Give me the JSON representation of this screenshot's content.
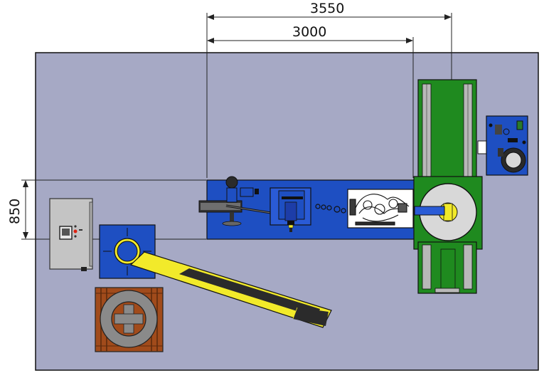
{
  "dimensions": {
    "overall_length": "3550",
    "machine_length": "3000",
    "width": "850"
  },
  "colors": {
    "floor": "#a6a9c5",
    "base_blue": "#1e4fc2",
    "frame_green": "#1f8a1f",
    "conveyor_yellow": "#f2ea2a",
    "cabinet_gray": "#c4c4c4",
    "pallet_brown": "#a14b1b",
    "coil_gray": "#8a8a8a"
  },
  "components": [
    {
      "name": "control-cabinet"
    },
    {
      "name": "coil-stand"
    },
    {
      "name": "inclined-conveyor"
    },
    {
      "name": "coil-pallet"
    },
    {
      "name": "main-machine-base"
    },
    {
      "name": "green-frame"
    },
    {
      "name": "rotary-table"
    },
    {
      "name": "electrical-panel"
    }
  ]
}
